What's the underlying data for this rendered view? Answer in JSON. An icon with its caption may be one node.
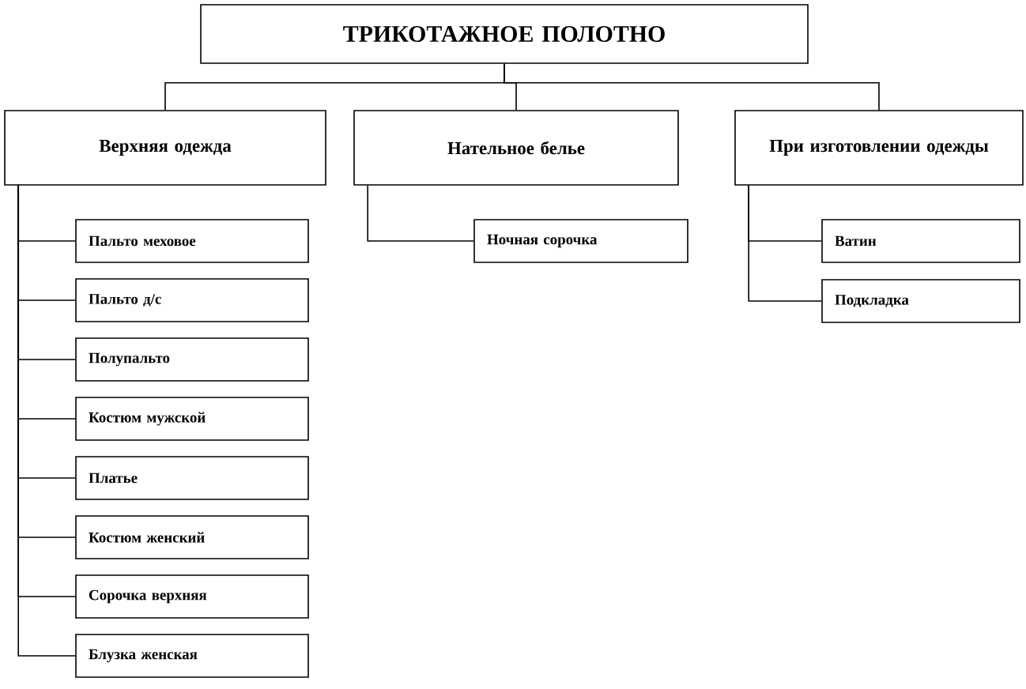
{
  "diagram": {
    "nodes": [
      {
        "text": [
          "ТРИКОТАЖНОЕ  ПОЛОТНО"
        ]
      },
      {
        "text": [
          "Верхняя одежда"
        ]
      },
      {
        "text": [
          "Нательное белье"
        ]
      },
      {
        "text": [
          "При изготовлении одежды"
        ]
      },
      {
        "text": [
          "Пальто меховое"
        ]
      },
      {
        "text": [
          "Пальто д/с"
        ]
      },
      {
        "text": [
          "Полупальто"
        ]
      },
      {
        "text": [
          "Костюм мужской"
        ]
      },
      {
        "text": [
          "Платье"
        ]
      },
      {
        "text": [
          "Костюм женский"
        ]
      },
      {
        "text": [
          "Сорочка верхняя"
        ]
      },
      {
        "text": [
          "Блузка женская"
        ]
      },
      {
        "text": [
          "Ночная сорочка"
        ]
      },
      {
        "text": [
          "Ватин"
        ]
      },
      {
        "text": [
          "Подкладка"
        ]
      }
    ],
    "edges": [
      {
        "from": 0,
        "to": 1,
        "arrow": "none"
      },
      {
        "from": 0,
        "to": 2,
        "arrow": "none"
      },
      {
        "from": 0,
        "to": 3,
        "arrow": "none"
      },
      {
        "from": 1,
        "to": 4,
        "arrow": "none"
      },
      {
        "from": 1,
        "to": 5,
        "arrow": "none"
      },
      {
        "from": 1,
        "to": 6,
        "arrow": "none"
      },
      {
        "from": 1,
        "to": 7,
        "arrow": "none"
      },
      {
        "from": 1,
        "to": 8,
        "arrow": "none"
      },
      {
        "from": 1,
        "to": 9,
        "arrow": "none"
      },
      {
        "from": 1,
        "to": 10,
        "arrow": "none"
      },
      {
        "from": 1,
        "to": 11,
        "arrow": "none"
      },
      {
        "from": 2,
        "to": 12,
        "arrow": "none"
      },
      {
        "from": 3,
        "to": 13,
        "arrow": "none"
      },
      {
        "from": 3,
        "to": 14,
        "arrow": "none"
      }
    ]
  }
}
